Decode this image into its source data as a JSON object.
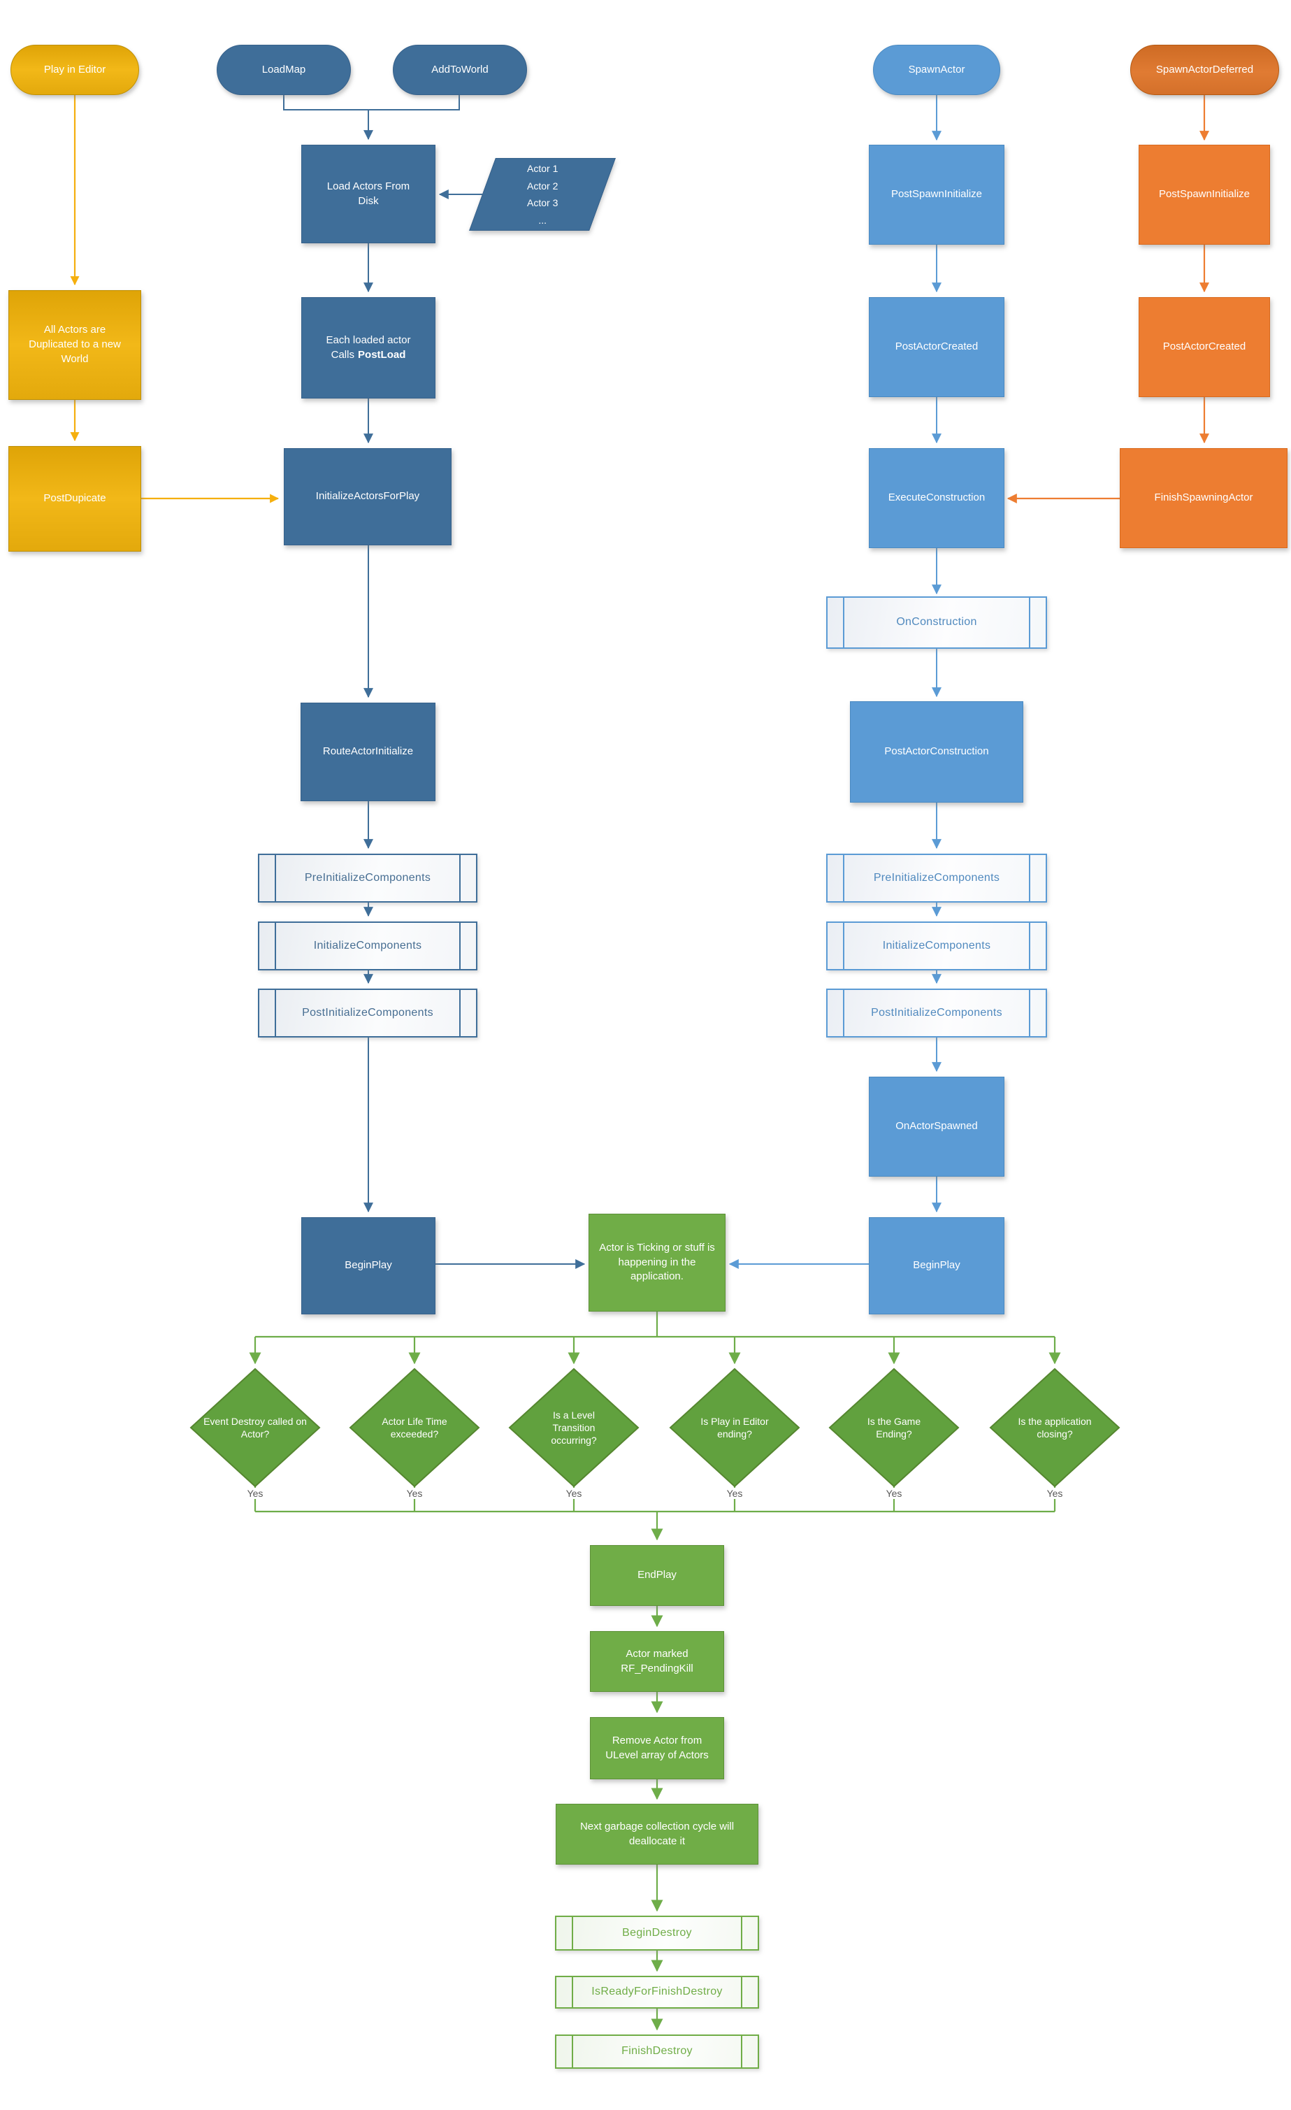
{
  "palette": {
    "dark_blue": "#3F6E99",
    "medium_blue": "#5B9BD5",
    "orange": "#ED7D31",
    "gold": "#EAAD0D",
    "gold_arrow": "#F5AF0E",
    "green": "#70AD47",
    "diamond_green": "#61A13E",
    "yes_text": "#595959",
    "background": "#FFFFFF"
  },
  "nodes": {
    "play_in_editor": {
      "label": "Play in Editor"
    },
    "load_map": {
      "label": "LoadMap"
    },
    "add_to_world": {
      "label": "AddToWorld"
    },
    "load_actors_from_disk": {
      "label": "Load Actors From Disk"
    },
    "actor_list": {
      "lines": [
        "Actor 1",
        "Actor 2",
        "Actor 3",
        "..."
      ]
    },
    "all_actors_duplicated": {
      "label": "All Actors are Duplicated to a new World"
    },
    "each_loaded_actor": {
      "line1": "Each loaded actor",
      "line2_prefix": "Calls",
      "line2_bold": "PostLoad"
    },
    "post_dupicate": {
      "label": "PostDupicate"
    },
    "initialize_actors_for_play": {
      "label": "InitializeActorsForPlay"
    },
    "route_actor_initialize": {
      "label": "RouteActorInitialize"
    },
    "pre_initialize_components_left": {
      "label": "PreInitializeComponents"
    },
    "initialize_components_left": {
      "label": "InitializeComponents"
    },
    "post_initialize_components_left": {
      "label": "PostInitializeComponents"
    },
    "begin_play_left": {
      "label": "BeginPlay"
    },
    "spawn_actor": {
      "label": "SpawnActor"
    },
    "post_spawn_initialize": {
      "label": "PostSpawnInitialize"
    },
    "post_actor_created": {
      "label": "PostActorCreated"
    },
    "execute_construction": {
      "label": "ExecuteConstruction"
    },
    "on_construction": {
      "label": "OnConstruction"
    },
    "post_actor_construction": {
      "label": "PostActorConstruction"
    },
    "pre_initialize_components_right": {
      "label": "PreInitializeComponents"
    },
    "initialize_components_right": {
      "label": "InitializeComponents"
    },
    "post_initialize_components_right": {
      "label": "PostInitializeComponents"
    },
    "on_actor_spawned": {
      "label": "OnActorSpawned"
    },
    "begin_play_right": {
      "label": "BeginPlay"
    },
    "spawn_actor_deferred": {
      "label": "SpawnActorDeferred"
    },
    "post_spawn_initialize_deferred": {
      "label": "PostSpawnInitialize"
    },
    "post_actor_created_deferred": {
      "label": "PostActorCreated"
    },
    "finish_spawning_actor": {
      "label": "FinishSpawningActor"
    },
    "actor_ticking": {
      "label": "Actor is Ticking or stuff is happening in the application."
    },
    "end_play": {
      "label": "EndPlay"
    },
    "actor_marked_pending_kill": {
      "label": "Actor marked RF_PendingKill"
    },
    "remove_actor_from_ulevel": {
      "label": "Remove Actor from ULevel array of Actors"
    },
    "garbage_collection": {
      "label": "Next garbage collection cycle will deallocate it"
    },
    "begin_destroy": {
      "label": "BeginDestroy"
    },
    "is_ready_for_finish_destroy": {
      "label": "IsReadyForFinishDestroy"
    },
    "finish_destroy": {
      "label": "FinishDestroy"
    }
  },
  "decisions": [
    {
      "label": "Event Destroy called on Actor?",
      "yes": "Yes"
    },
    {
      "label": "Actor Life Time exceeded?",
      "yes": "Yes"
    },
    {
      "label": "Is a Level Transition occurring?",
      "yes": "Yes"
    },
    {
      "label": "Is Play in Editor ending?",
      "yes": "Yes"
    },
    {
      "label": "Is the Game Ending?",
      "yes": "Yes"
    },
    {
      "label": "Is the application closing?",
      "yes": "Yes"
    }
  ]
}
